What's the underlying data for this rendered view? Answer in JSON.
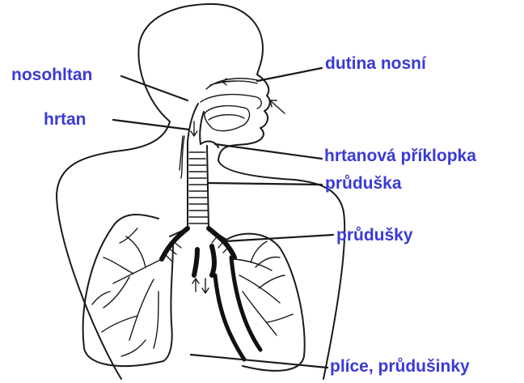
{
  "labels": {
    "nosohltan": "nosohltan",
    "hrtan": "hrtan",
    "dutina_nosni": "dutina nosní",
    "hrtanova_priklopka": "hrtanová příklopka",
    "pruduska": "průduška",
    "prudusky": "průdušky",
    "plice_prudusinky": "plíce, průdušinky"
  },
  "colors": {
    "label_text": "#3a3ad6",
    "drawing_ink": "#1a1a1a",
    "background": "#ffffff"
  }
}
